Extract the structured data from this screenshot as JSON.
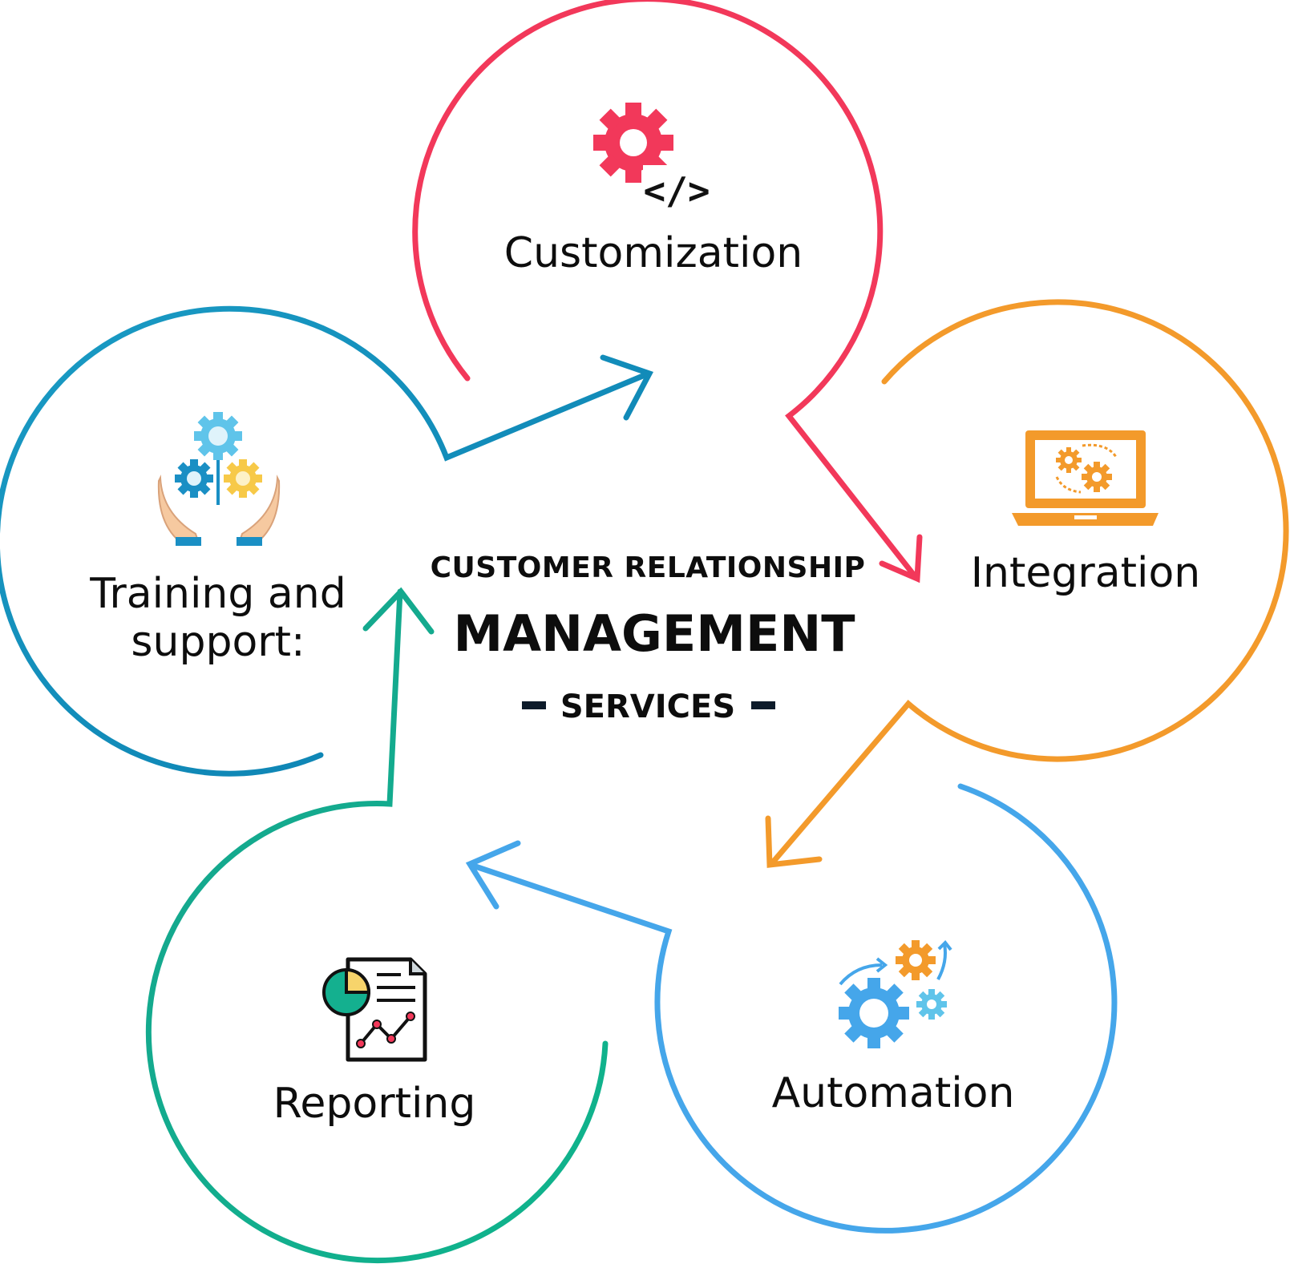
{
  "center": {
    "line1": "CUSTOMER RELATIONSHIP",
    "line2": "MANAGEMENT",
    "line3": "SERVICES"
  },
  "nodes": {
    "customization": {
      "label": "Customization",
      "color": "#f2385a",
      "icon": "gear-code-icon"
    },
    "integration": {
      "label": "Integration",
      "color": "#f39a2b",
      "icon": "laptop-gears-icon"
    },
    "automation": {
      "label": "Automation",
      "color": "#45a6ea",
      "icon": "gears-arrows-icon"
    },
    "reporting": {
      "label": "Reporting",
      "color": "#14b08f",
      "icon": "report-chart-icon"
    },
    "training": {
      "label_line1": "Training and",
      "label_line2": "support:",
      "color": "#0f8dbb",
      "icon": "hands-gears-icon"
    }
  }
}
